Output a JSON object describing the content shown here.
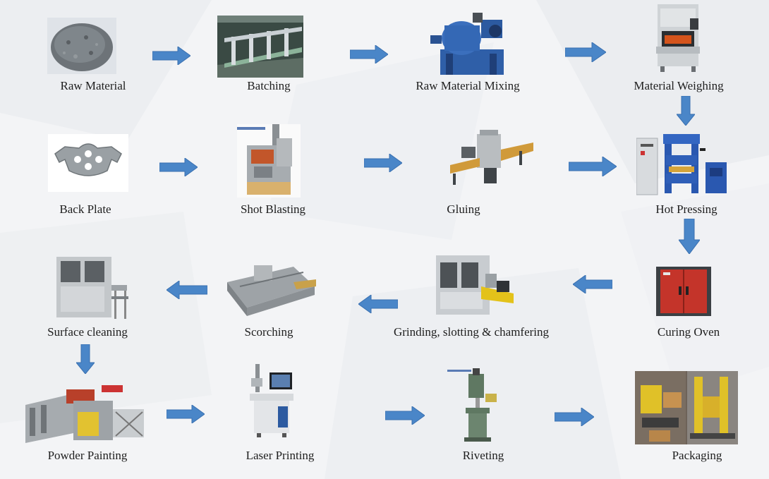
{
  "diagram": {
    "steps": [
      {
        "id": "raw-material",
        "label": "Raw Material",
        "icon": "gravel-pile-photo"
      },
      {
        "id": "batching",
        "label": "Batching",
        "icon": "batching-line-photo"
      },
      {
        "id": "raw-material-mixing",
        "label": "Raw Material Mixing",
        "icon": "mixer-machine-photo"
      },
      {
        "id": "material-weighing",
        "label": "Material Weighing",
        "icon": "weighing-machine-photo"
      },
      {
        "id": "hot-pressing",
        "label": "Hot Pressing",
        "icon": "hydraulic-press-photo"
      },
      {
        "id": "gluing",
        "label": "Gluing",
        "icon": "gluing-line-photo"
      },
      {
        "id": "shot-blasting",
        "label": "Shot Blasting",
        "icon": "shot-blaster-photo"
      },
      {
        "id": "back-plate",
        "label": "Back Plate",
        "icon": "back-plate-photo"
      },
      {
        "id": "curing-oven",
        "label": "Curing Oven",
        "icon": "curing-oven-photo"
      },
      {
        "id": "grinding",
        "label": "Grinding, slotting & chamfering",
        "icon": "grinding-machine-photo"
      },
      {
        "id": "scorching",
        "label": "Scorching",
        "icon": "scorching-line-photo"
      },
      {
        "id": "surface-cleaning",
        "label": "Surface cleaning",
        "icon": "cleaning-machine-photo"
      },
      {
        "id": "powder-painting",
        "label": "Powder Painting",
        "icon": "painting-line-photo"
      },
      {
        "id": "laser-printing",
        "label": "Laser Printing",
        "icon": "laser-marker-photo"
      },
      {
        "id": "riveting",
        "label": "Riveting",
        "icon": "riveting-machine-photo"
      },
      {
        "id": "packaging",
        "label": "Packaging",
        "icon": "packaging-line-photo"
      }
    ],
    "arrow_color": "#4a86c8",
    "arrow_stroke": "#3a70b0"
  }
}
